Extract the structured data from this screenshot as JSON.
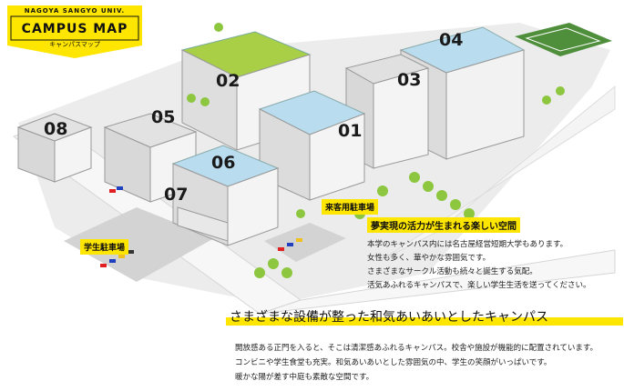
{
  "badge": {
    "top": "NAGOYA SANGYO UNIV.",
    "title": "CAMPUS MAP",
    "subtitle": "キャンパスマップ"
  },
  "buildings": {
    "b01": "01",
    "b02": "02",
    "b03": "03",
    "b04": "04",
    "b05": "05",
    "b06": "06",
    "b07": "07",
    "b08": "08"
  },
  "parking": {
    "visitor": "来客用駐車場",
    "student": "学生駐車場"
  },
  "side": {
    "heading": "夢実現の活力が生まれる楽しい空間",
    "lines": [
      "本学のキャンパス内には名古屋経営短期大学もあります。",
      "女性も多く、華やかな雰囲気です。",
      "さまざまなサークル活動も続々と誕生する気配。",
      "活気あふれるキャンパスで、楽しい学生生活を送ってください。"
    ]
  },
  "main": {
    "heading": "さまざまな設備が整った和気あいあいとしたキャンパス",
    "lines": [
      "開放感ある正門を入ると、そこは清潔感あふれるキャンパス。校舎や施設が機能的に配置されています。",
      "コンビニや学生食堂も充実。和気あいあいとした雰囲気の中、学生の笑顔がいっぱいです。",
      "暖かな陽が差す中庭も素敵な空間です。"
    ]
  },
  "colors": {
    "accent": "#ffe600",
    "roof_green": "#a8cf45",
    "roof_blue": "#b9dcef",
    "ground": "#e6e6e6",
    "court": "#4f8f3c"
  }
}
